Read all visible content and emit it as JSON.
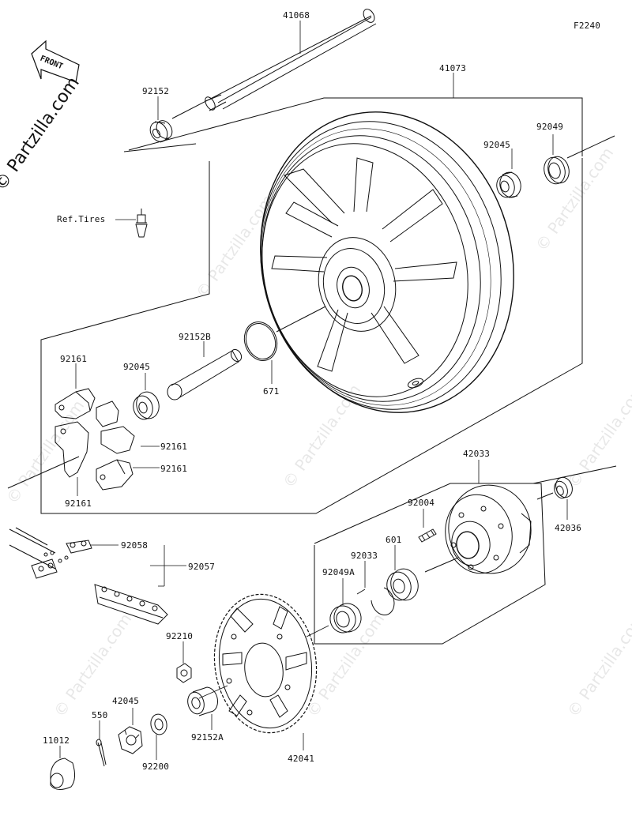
{
  "figure_code": "F2240",
  "front_label": "FRONT",
  "watermark": "© Partzilla.com",
  "parts": {
    "axle": "41068",
    "wheel": "41073",
    "collar_left": "92152",
    "bearing_right": "92045",
    "seal_right": "92049",
    "ref_tires": "Ref.Tires",
    "collar_center": "92152B",
    "damper_tl": "92161",
    "bearing_left": "92045",
    "oring": "671",
    "damper_r1": "92161",
    "damper_r2": "92161",
    "damper_bl": "92161",
    "coupling": "42033",
    "collar_coupling": "42036",
    "stud": "92004",
    "circlip": "92033",
    "bearing_coupling": "601",
    "seal_coupling": "92049A",
    "chain_link": "92058",
    "chain": "92057",
    "nut_sprocket": "92210",
    "sprocket": "42041",
    "collar_sprocket": "92152A",
    "nut_axle": "42045",
    "cotter_pin": "550",
    "cap": "11012",
    "washer": "92200"
  }
}
